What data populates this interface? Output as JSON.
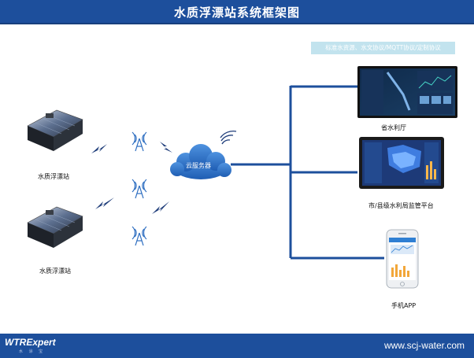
{
  "header": {
    "title": "水质浮漂站系统框架图"
  },
  "protocol_banner": "标准水资源、水文协议/MQTT协议/定制协议",
  "stations": [
    {
      "label": "水质浮漂站"
    },
    {
      "label": "水质浮漂站"
    }
  ],
  "cloud": {
    "label": "云服务器"
  },
  "targets": [
    {
      "label": "省水利厅"
    },
    {
      "label": "市/县级水利局监管平台"
    },
    {
      "label": "手机APP"
    }
  ],
  "footer": {
    "logo": "WTRExpert",
    "logo_sub": "水 涂 宝",
    "url": "www.scj-water.com"
  },
  "colors": {
    "brand_blue": "#1d4f9c",
    "line_blue": "#1d4f9c",
    "banner_bg": "#c2e3ee",
    "cloud_blue": "#2f73c8"
  }
}
